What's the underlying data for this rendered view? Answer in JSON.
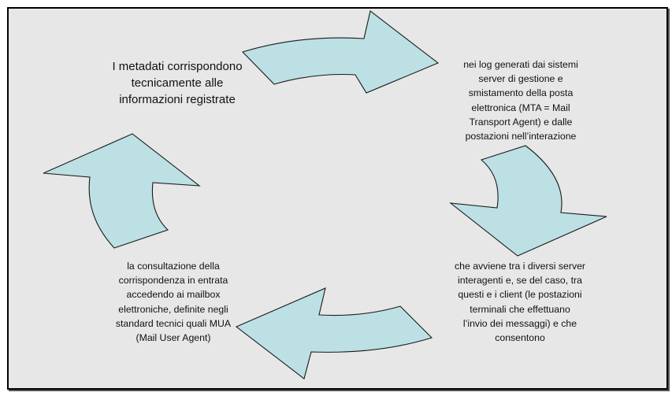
{
  "diagram": {
    "type": "cycle",
    "fill_color": "#bce0e3",
    "background_color": "#e7e7e7",
    "border_color": "#000000",
    "steps": [
      {
        "id": "step-1",
        "position": "top-left",
        "text": "I metadati  corrispondono\ntecnicamente alle\ninformazioni registrate"
      },
      {
        "id": "step-2",
        "position": "top-right",
        "text": "nei log generati dai sistemi\nserver di gestione e\nsmistamento della posta\nelettronica (MTA = Mail\nTransport Agent) e dalle\npostazioni nell’interazione"
      },
      {
        "id": "step-3",
        "position": "bottom-right",
        "text": "che avviene tra i diversi server\ninteragenti e, se del caso, tra\nquesti e i client (le postazioni\nterminali che effettuano\nl’invio dei messaggi)  e che\nconsentono"
      },
      {
        "id": "step-4",
        "position": "bottom-left",
        "text": "la consultazione della\ncorrispondenza in entrata\naccedendo ai mailbox\nelettroniche, definite negli\nstandard tecnici quali MUA\n(Mail User Agent)"
      }
    ],
    "arrows": [
      {
        "direction": "right",
        "from": "step-1",
        "to": "step-2"
      },
      {
        "direction": "down",
        "from": "step-2",
        "to": "step-3"
      },
      {
        "direction": "left",
        "from": "step-3",
        "to": "step-4"
      },
      {
        "direction": "up",
        "from": "step-4",
        "to": "step-1"
      }
    ]
  }
}
